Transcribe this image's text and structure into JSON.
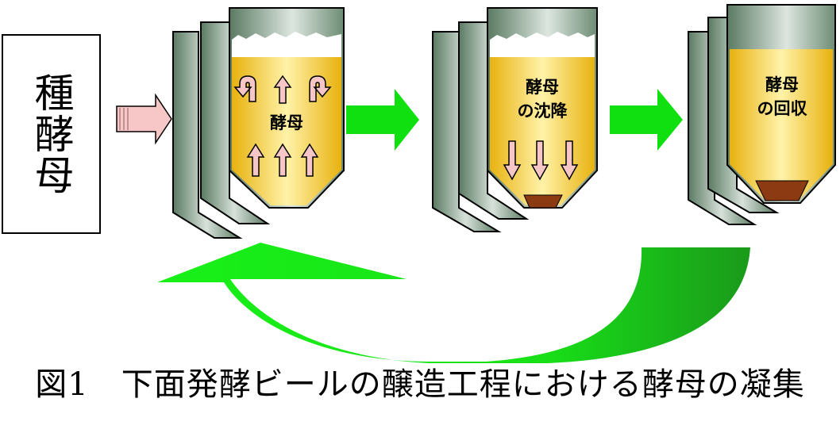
{
  "seed_label": "種酵母",
  "tanks": [
    {
      "label": "酵母"
    },
    {
      "label": "酵母\nの沈降"
    },
    {
      "label": "酵母\nの回収"
    }
  ],
  "caption": "図1　下面発酵ビールの醸造工程における酵母の凝集",
  "colors": {
    "tank_body_gray": "#6f8a76",
    "beer_yellow": "#f2c31a",
    "foam_white": "#ffffff",
    "sediment_brown": "#8b3a12",
    "arrow_green": "#10e010",
    "arrow_pink": "#f7c6c6"
  }
}
